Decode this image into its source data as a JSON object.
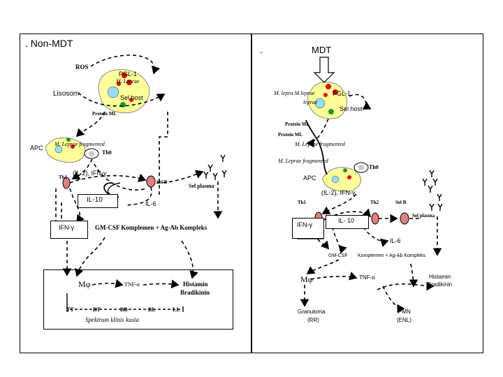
{
  "left": {
    "title": ". Non-MDT",
    "ros": "ROS",
    "pgl1": "PGL-1",
    "mleprae_top": "M. Leprae",
    "lisosom": "Lisosom",
    "sel_host": "Sel host",
    "protein_ml": "Protein ML",
    "apc": "APC",
    "mleprae_frag": "M. Leprae fragmented",
    "th0": "Th0",
    "th1": "Th1",
    "il2_ifn": "(IL-2), IFN-γ",
    "sel_b": "Sel B",
    "sel_plasma": "Sel plasma",
    "il10": "IL-10",
    "il6": "IL-6",
    "ifn": "IFN-γ",
    "gmcsf_komplemen": "GM-CSF  Komplemen  + Ag-Ab Kompleks",
    "mo": "Mφ",
    "tnf": "TNF-α",
    "histamin": "Histamin",
    "bradikinin": "Bradikinin",
    "spectrum": [
      "TT",
      "BT",
      "BB",
      "BL",
      "LL"
    ],
    "spektrum_label": "Spektrum klinis kusta"
  },
  "right": {
    "dot": ".",
    "title": "MDT",
    "mleprae_top": "M. lepra M.leprae",
    "mleprae_sub": "leprae",
    "pgl1": "PGL-1",
    "sel_host": "Sel host",
    "protein_ml_1": "Protein ML",
    "protein_ml_2": "Protein ML",
    "mleprae_frag_1": "M. Leprae fragmented",
    "mleprae_frag_2": "M. Leprae fragmented",
    "th0": "Th0",
    "apc": "APC",
    "th1": "Th1",
    "il2_ifn": "(IL-2), IFN-γ",
    "th2": "Th2",
    "sel_b": "Sel B",
    "sel_plasma": "Sel plasma",
    "ifn": "IFN-γ",
    "il10": "IL- 10",
    "il6": "IL-6",
    "gmcsf": "GM-CSF",
    "komplemen": "Komplemen + Ag-Ab Kompleks",
    "mo": "Mφ",
    "tnf": "TNF-α",
    "histamin": "Histamin",
    "bradikinin": "Bradikinin",
    "granuloma": "Granuloma",
    "rr": "(RR)",
    "pmn": "PMN",
    "enl": "(ENL)"
  }
}
